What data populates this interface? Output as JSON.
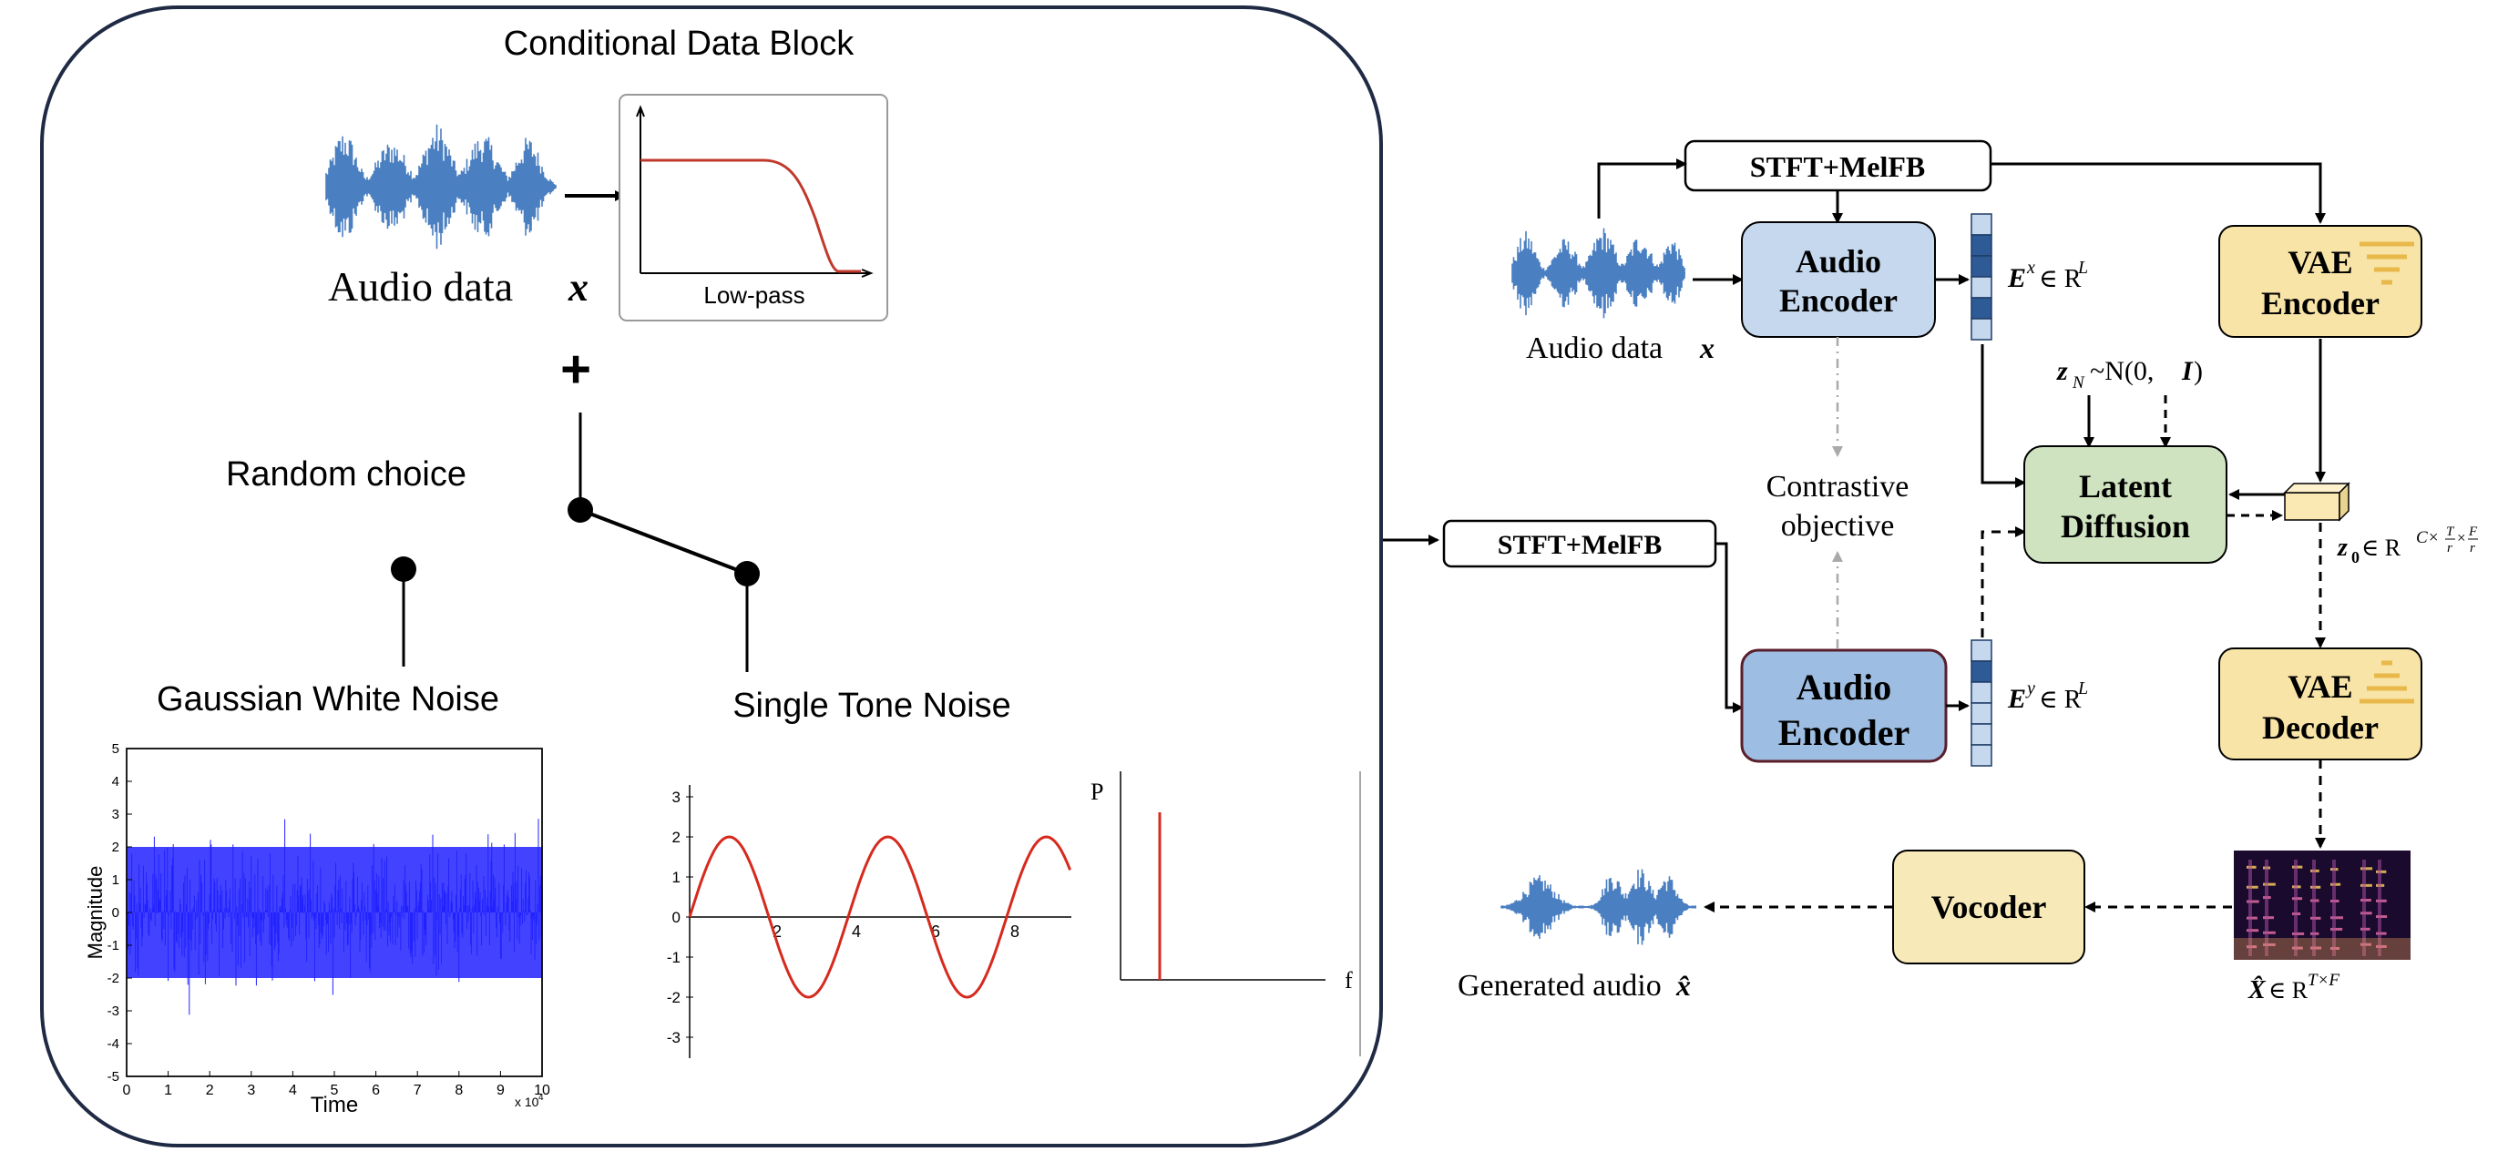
{
  "cond_block": {
    "title": "Conditional Data Block",
    "audio_label": "Audio data",
    "audio_symbol": "x",
    "lowpass_label": "Low-pass",
    "plus": "+",
    "random_choice": "Random choice",
    "gwn_label": "Gaussian White Noise",
    "stn_label": "Single Tone Noise",
    "gwn_plot": {
      "ylabel": "Magnitude",
      "xlabel": "Time",
      "x_ticks": [
        "0",
        "1",
        "2",
        "3",
        "4",
        "5",
        "6",
        "7",
        "8",
        "9",
        "10"
      ],
      "y_ticks": [
        "5",
        "4",
        "3",
        "2",
        "1",
        "0",
        "-1",
        "-2",
        "-3",
        "-4",
        "-5"
      ],
      "x_multiplier": "x 10",
      "x_multiplier_exp": "4",
      "color": "#2222ff"
    },
    "sine_plot": {
      "x_ticks": [
        "2",
        "4",
        "6",
        "8"
      ],
      "y_ticks": [
        "3",
        "2",
        "1",
        "0",
        "-1",
        "-2",
        "-3"
      ],
      "amplitude": 2,
      "color": "#d62a1e"
    },
    "spectrum_plot": {
      "ylabel": "P",
      "xlabel": "f"
    }
  },
  "pipeline": {
    "stft_top": "STFT+MelFB",
    "stft_mid": "STFT+MelFB",
    "audio_label": "Audio data",
    "audio_symbol": "x",
    "audio_encoder_top": [
      "Audio",
      "Encoder"
    ],
    "audio_encoder_bottom": [
      "Audio",
      "Encoder"
    ],
    "ex_label": "E",
    "ex_sup": "x",
    "ex_rest": "∈ R",
    "ex_dim": "L",
    "ey_label": "E",
    "ey_sup": "y",
    "ey_rest": "∈ R",
    "ey_dim": "L",
    "contrastive": [
      "Contrastive",
      "objective"
    ],
    "zn_label": "z",
    "zn_sub": "N",
    "zn_rest": "~N(0, ",
    "zn_I": "I",
    "zn_close": ")",
    "latent_diffusion": [
      "Latent",
      "Diffusion"
    ],
    "z0_label": "z",
    "z0_sub": "0",
    "z0_rest": " ∈ R",
    "z0_sup": "C×",
    "vae_encoder": [
      "VAE",
      "Encoder"
    ],
    "vae_decoder": [
      "VAE",
      "Decoder"
    ],
    "vocoder": "Vocoder",
    "generated_audio": "Generated audio",
    "generated_symbol": "x̂",
    "xhat_label": "X̂",
    "xhat_rest": "∈ R",
    "xhat_sup": "T×F"
  },
  "colors": {
    "audio_wave": "#4a7fc1",
    "encoder_fill": "#c5d8ee",
    "encoder_fill_dark": "#9dbde2",
    "vae_fill": "#f8e4a6",
    "diffusion_fill": "#cfe3c0",
    "vocoder_fill": "#f8eab8",
    "lowpass_line": "#c0392b"
  }
}
